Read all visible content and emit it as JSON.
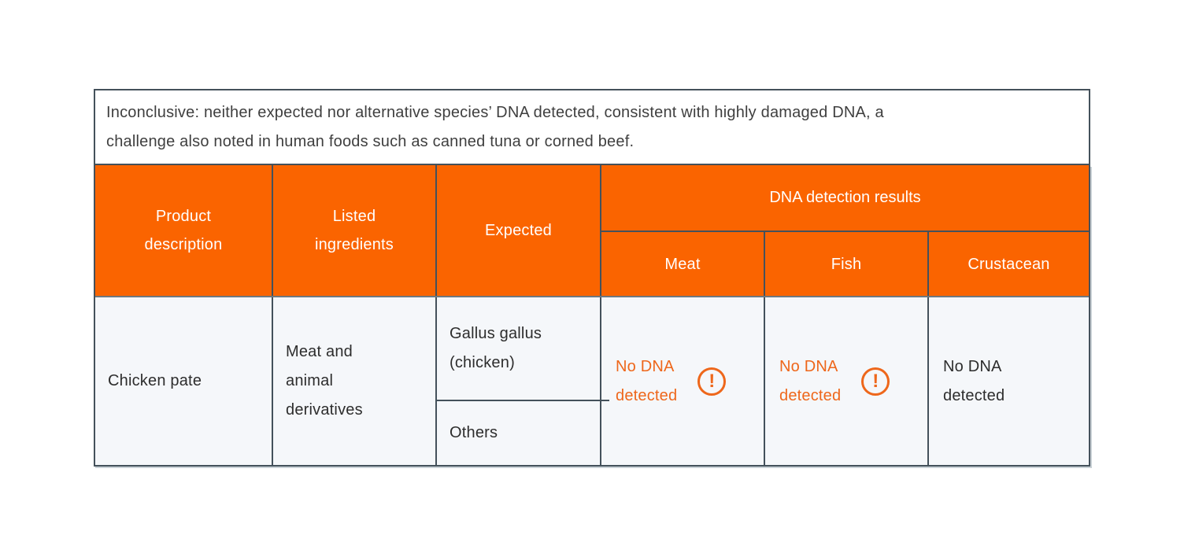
{
  "note": {
    "text": "Inconclusive: neither expected nor alternative species’ DNA detected, consistent with highly damaged DNA, a\nchallenge also noted in human foods such as canned tuna or corned beef."
  },
  "table": {
    "header": {
      "product": "Product\ndescription",
      "ingredients": "Listed\ningredients",
      "expected": "Expected",
      "dna_results": "DNA detection results",
      "meat": "Meat",
      "fish": "Fish",
      "crustacean": "Crustacean"
    },
    "rows": [
      {
        "product": "Chicken pate",
        "ingredients": "Meat and\nanimal\nderivatives",
        "expected_species": "Gallus gallus\n(chicken)",
        "expected_others": "Others",
        "meat": {
          "text": "No DNA\ndetected",
          "status": "warning"
        },
        "fish": {
          "text": "No DNA\ndetected",
          "status": "warning"
        },
        "crustacean": {
          "text": "No DNA\ndetected",
          "status": "normal"
        }
      }
    ]
  },
  "icons": {
    "warning": "!"
  },
  "colors": {
    "header_orange": "#FA6400",
    "warning_orange": "#EE671B",
    "border": "#44515B",
    "cell_background": "#F5F7FA"
  }
}
